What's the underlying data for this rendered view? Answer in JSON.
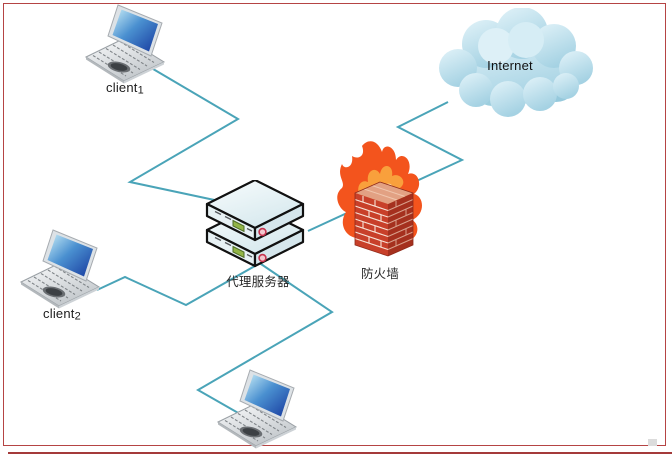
{
  "diagram": {
    "kind": "network-topology",
    "line_color": "#4aa4b8",
    "border_color": "#b54444",
    "background": "#ffffff"
  },
  "nodes": {
    "client1": {
      "label_base": "client",
      "label_sub": "1",
      "icon": "laptop-icon"
    },
    "client2": {
      "label_base": "client",
      "label_sub": "2",
      "icon": "laptop-icon"
    },
    "client3": {
      "label_base": "",
      "label_sub": "",
      "icon": "laptop-icon"
    },
    "proxy": {
      "label": "代理服务器",
      "icon": "server-stack-icon"
    },
    "firewall": {
      "label": "防火墙",
      "icon": "firewall-icon"
    },
    "internet": {
      "label": "Internet",
      "icon": "cloud-icon"
    }
  },
  "connections": [
    {
      "from": "client1",
      "to": "proxy"
    },
    {
      "from": "client2",
      "to": "proxy"
    },
    {
      "from": "client3",
      "to": "proxy"
    },
    {
      "from": "proxy",
      "to": "internet",
      "via": "firewall"
    }
  ]
}
